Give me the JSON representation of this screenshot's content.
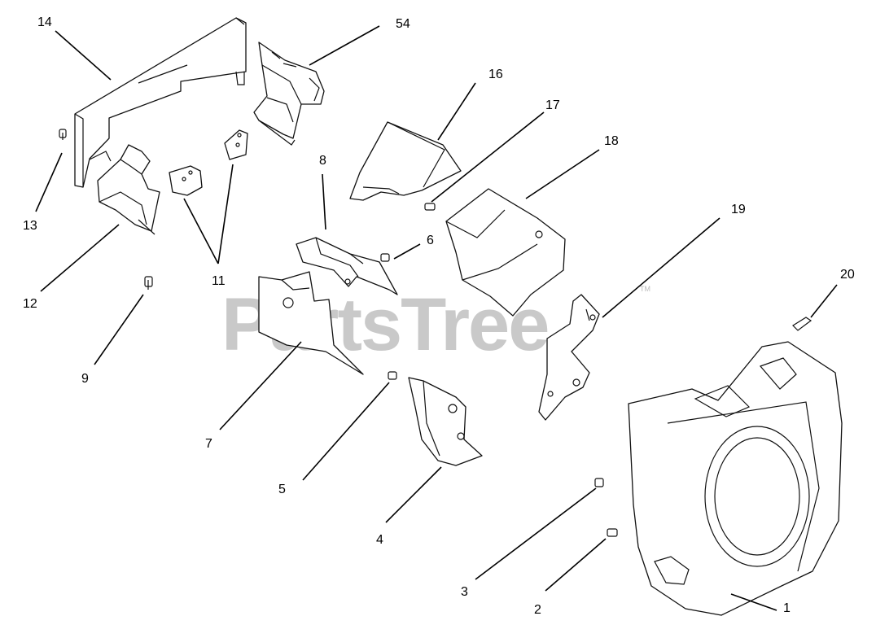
{
  "watermark": {
    "text": "PartsTree",
    "trademark": "TM"
  },
  "callouts": [
    {
      "id": "14",
      "label": "14"
    },
    {
      "id": "54",
      "label": "54"
    },
    {
      "id": "16",
      "label": "16"
    },
    {
      "id": "17",
      "label": "17"
    },
    {
      "id": "18",
      "label": "18"
    },
    {
      "id": "8",
      "label": "8"
    },
    {
      "id": "13",
      "label": "13"
    },
    {
      "id": "6",
      "label": "6"
    },
    {
      "id": "19",
      "label": "19"
    },
    {
      "id": "20",
      "label": "20"
    },
    {
      "id": "12",
      "label": "12"
    },
    {
      "id": "11",
      "label": "11"
    },
    {
      "id": "9",
      "label": "9"
    },
    {
      "id": "7",
      "label": "7"
    },
    {
      "id": "5",
      "label": "5"
    },
    {
      "id": "4",
      "label": "4"
    },
    {
      "id": "3",
      "label": "3"
    },
    {
      "id": "2",
      "label": "2"
    },
    {
      "id": "1",
      "label": "1"
    }
  ]
}
